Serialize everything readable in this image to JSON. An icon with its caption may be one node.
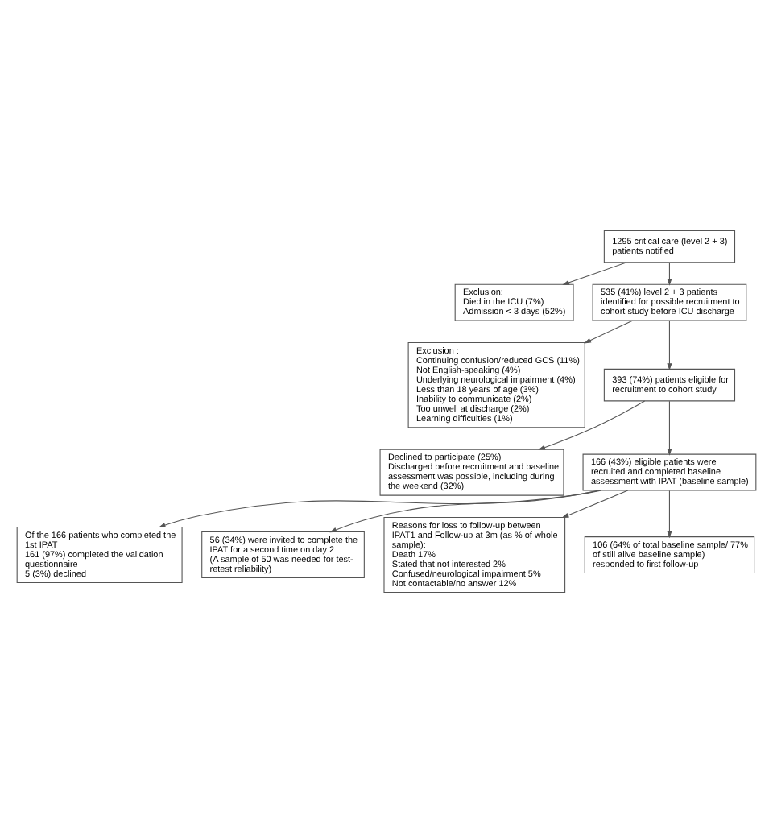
{
  "diagram": {
    "nodes": [
      {
        "text": [
          "1295 critical care (level 2 + 3) patients notified"
        ]
      },
      {
        "text": [
          "Exclusion:",
          "Died in the ICU (7%)",
          "Admission < 3 days (52%)"
        ]
      },
      {
        "text": [
          "535 (41%) level 2 + 3 patients identified for possible recruitment to cohort study before ICU discharge"
        ]
      },
      {
        "text": [
          "Exclusion :",
          "Continuing confusion/reduced GCS (11%)",
          "Not English-speaking (4%)",
          "Underlying neurological impairment (4%)",
          "Less than 18 years of age (3%)",
          "Inability to communicate (2%)",
          "Too unwell at discharge (2%)",
          "Learning difficulties (1%)"
        ]
      },
      {
        "text": [
          "393 (74%) patients eligible for recruitment to cohort study"
        ]
      },
      {
        "text": [
          "Declined to participate (25%)",
          "Discharged before recruitment and baseline assessment was possible, including during the weekend (32%)"
        ]
      },
      {
        "text": [
          "166 (43%) eligible patients were recruited and completed baseline assessment with IPAT (baseline sample)"
        ]
      },
      {
        "text": [
          "Of the 166 patients who completed the 1st IPAT",
          "161 (97%) completed the validation questionnaire",
          "5 (3%) declined"
        ]
      },
      {
        "text": [
          "56 (34%) were invited to complete the IPAT for a second time on day 2",
          "(A sample of 50 was needed for test-retest reliability)"
        ]
      },
      {
        "text": [
          "Reasons for loss to follow-up between IPAT1 and Follow-up at 3m (as % of whole sample):",
          "Death 17%",
          "Stated that not interested 2%",
          "Confused/neurological impairment 5%",
          "Not contactable/no answer 12%"
        ]
      },
      {
        "text": [
          "106 (64% of total baseline sample/ 77% of still alive baseline sample) responded to first follow-up"
        ]
      }
    ],
    "edges": [
      {
        "from": 0,
        "to": 2,
        "arrow": "to"
      },
      {
        "from": 0,
        "to": 1,
        "arrow": "to"
      },
      {
        "from": 2,
        "to": 4,
        "arrow": "to"
      },
      {
        "from": 2,
        "to": 3,
        "arrow": "to"
      },
      {
        "from": 4,
        "to": 6,
        "arrow": "to"
      },
      {
        "from": 4,
        "to": 5,
        "arrow": "to"
      },
      {
        "from": 6,
        "to": 10,
        "arrow": "to"
      },
      {
        "from": 6,
        "to": 7,
        "arrow": "to"
      },
      {
        "from": 6,
        "to": 8,
        "arrow": "to"
      },
      {
        "from": 6,
        "to": 9,
        "arrow": "to"
      }
    ]
  }
}
